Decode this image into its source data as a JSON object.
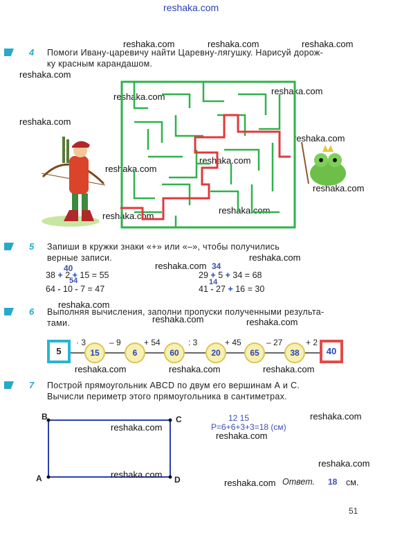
{
  "watermark": "reshaka.com",
  "tasks": [
    {
      "number": "4",
      "text": "Помоги Ивану-царевичу найти Царевну-лягушку. Нарисуй дорожку красным карандашом."
    },
    {
      "number": "5",
      "text": "Запиши в кружки знаки «+» или «–», чтобы получились верные записи."
    },
    {
      "number": "6",
      "text": "Выполняя вычисления, заполни пропуски полученными результатами."
    },
    {
      "number": "7",
      "text": "Построй прямоугольник ABCD по двум его вершинам A и C. Вычисли периметр этого прямоугольника в сантиметрах."
    }
  ],
  "task4_line1": "Помоги Ивану-царевичу найти Царевну-лягушку. Нарисуй дорож-",
  "task4_line2": "ку красным карандашом.",
  "task5_line1": "Запиши в кружки знаки «+» или «–», чтобы получились",
  "task5_line2": "верные записи.",
  "task6_line1": "Выполняя вычисления, заполни пропуски полученными результа-",
  "task6_line2": "тами.",
  "task7_line1": "Построй прямоугольник ABCD по двум его вершинам А и С.",
  "task7_line2": "Вычисли периметр этого прямоугольника в сантиметрах.",
  "equations": {
    "eq1": {
      "a": "38",
      "op1": "+",
      "b": "2",
      "op2": "+",
      "c": "15 = 55",
      "note": "40",
      "note2": "54"
    },
    "eq2": {
      "a": "64",
      "op1": "-",
      "b": "10",
      "op2": "-",
      "c": "7 = 47"
    },
    "eq3": {
      "a": "29",
      "op1": "+",
      "b": "5",
      "op2": "+",
      "c": "34 = 68",
      "note": "34"
    },
    "eq4": {
      "a": "41",
      "op1": "-",
      "b": "27",
      "op2": "+",
      "c": "16 = 30",
      "note": "14"
    }
  },
  "chain": {
    "start": "5",
    "ops": [
      "· 3",
      "– 9",
      "+ 54",
      ": 3",
      "+ 45",
      "– 27",
      "+ 2"
    ],
    "results": [
      "15",
      "6",
      "60",
      "20",
      "65",
      "38"
    ],
    "end": "40"
  },
  "rectangle": {
    "A": "A",
    "B": "B",
    "C": "C",
    "D": "D",
    "work_top": "12 15",
    "work": "P=6+6+3+3=18 (см)",
    "answer_label": "Ответ.",
    "answer_value": "18",
    "answer_unit": "см."
  },
  "page_number": "51",
  "colors": {
    "accent": "#27a9c9",
    "maze": "#2fb24a",
    "path": "#e0393b",
    "handwriting": "#1f49b3"
  }
}
